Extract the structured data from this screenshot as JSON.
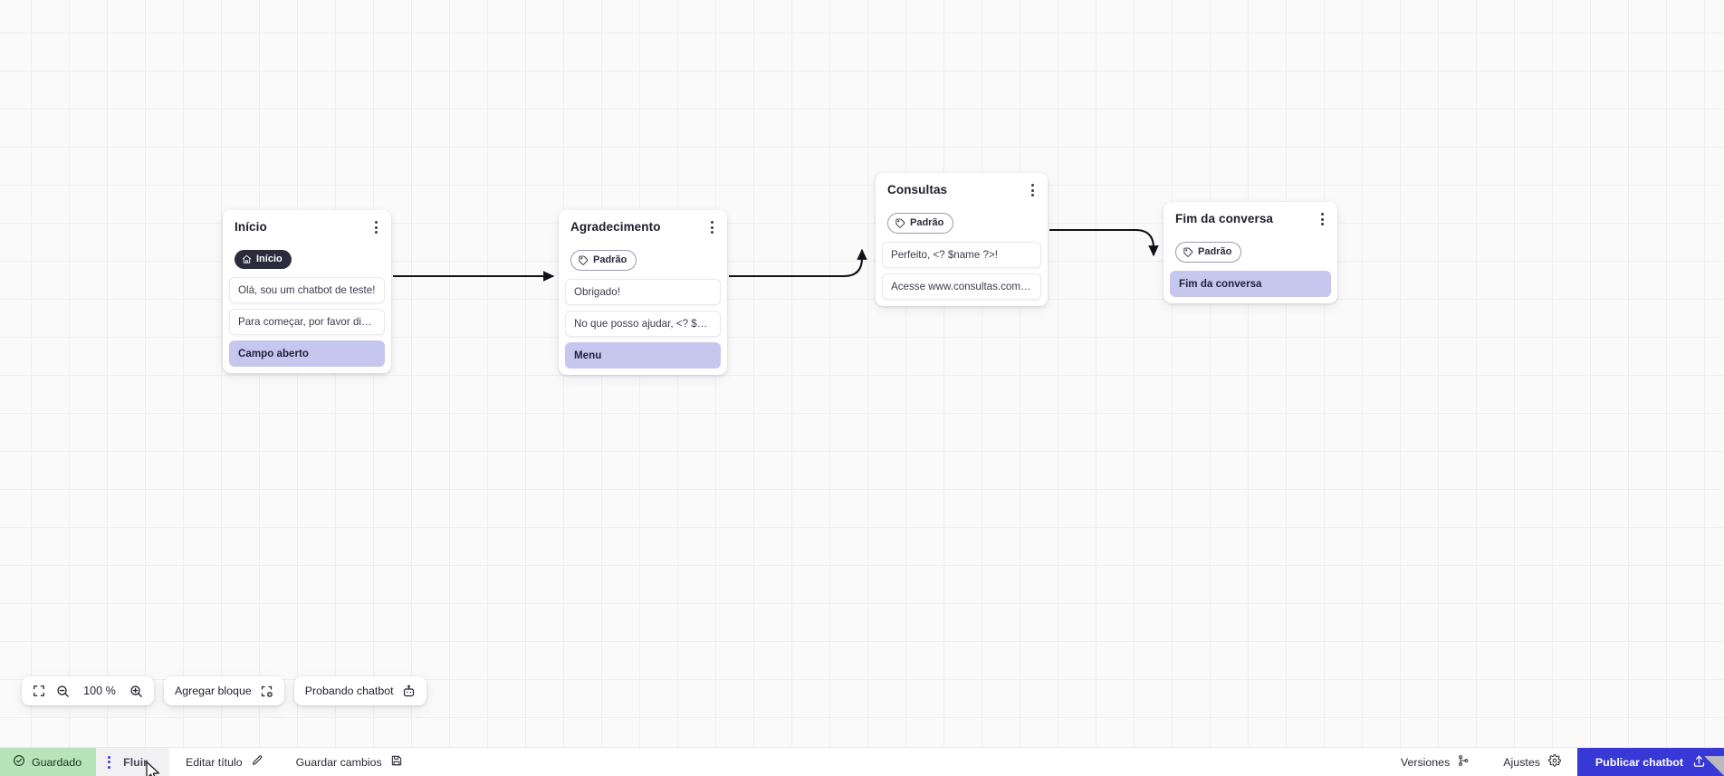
{
  "canvas": {
    "grid": true,
    "background_color": "#fafafa",
    "grid_color": "#efeff1"
  },
  "nodes": [
    {
      "id": "inicio",
      "title": "Início",
      "badge": {
        "label": "Início",
        "icon": "home-icon",
        "style": "dark"
      },
      "messages": [
        {
          "text": "Olá, sou um chatbot de teste!",
          "accent": false
        },
        {
          "text": "Para começar, por favor digite o ...",
          "accent": false
        },
        {
          "text": "Campo aberto",
          "accent": true
        }
      ]
    },
    {
      "id": "agradecimento",
      "title": "Agradecimento",
      "badge": {
        "label": "Padrão",
        "icon": "tag-icon",
        "style": "outline"
      },
      "messages": [
        {
          "text": "Obrigado!",
          "accent": false
        },
        {
          "text": "No que posso ajudar, <? $name ...",
          "accent": false
        },
        {
          "text": "Menu",
          "accent": true
        }
      ]
    },
    {
      "id": "consultas",
      "title": "Consultas",
      "badge": {
        "label": "Padrão",
        "icon": "tag-icon",
        "style": "outline"
      },
      "messages": [
        {
          "text": "Perfeito, <? $name ?>!",
          "accent": false
        },
        {
          "text": "Acesse www.consultas.com par...",
          "accent": false
        }
      ]
    },
    {
      "id": "fim",
      "title": "Fim da conversa",
      "badge": {
        "label": "Padrão",
        "icon": "tag-icon",
        "style": "outline"
      },
      "messages": [
        {
          "text": "Fim da conversa",
          "accent": true
        }
      ]
    }
  ],
  "connections": [
    {
      "from": "inicio",
      "to": "agradecimento"
    },
    {
      "from": "agradecimento",
      "to": "consultas"
    },
    {
      "from": "consultas",
      "to": "fim"
    }
  ],
  "toolbar": {
    "fit_icon": "fit-screen-icon",
    "zoom_out_icon": "zoom-out-icon",
    "zoom_level": "100 %",
    "zoom_in_icon": "zoom-in-icon",
    "add_block_label": "Agregar bloque",
    "add_block_icon": "add-block-icon",
    "test_chatbot_label": "Probando chatbot",
    "test_chatbot_icon": "robot-icon"
  },
  "statusbar": {
    "saved_label": "Guardado",
    "saved_icon": "check-circle-icon",
    "saved_color": "#b7e5b9",
    "flow_tab_label": "Fluir",
    "flow_tab_icon": "drag-dots-icon",
    "edit_title_label": "Editar título",
    "edit_title_icon": "pencil-icon",
    "save_changes_label": "Guardar cambios",
    "save_changes_icon": "floppy-disk-icon",
    "versions_label": "Versiones",
    "versions_icon": "branch-icon",
    "settings_label": "Ajustes",
    "settings_icon": "gear-icon",
    "publish_label": "Publicar chatbot",
    "publish_icon": "upload-icon",
    "publish_color": "#3838d6"
  }
}
